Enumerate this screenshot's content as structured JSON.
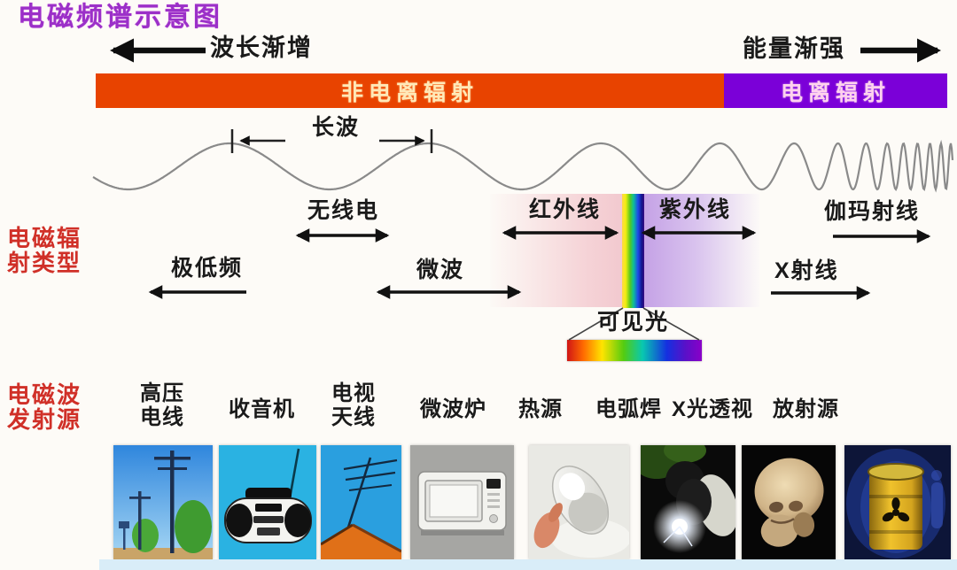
{
  "title": "电磁频谱示意图",
  "top_arrows": {
    "wavelength": "波长渐增",
    "energy": "能量渐强"
  },
  "bars": {
    "non_ionizing": "非电离辐射",
    "ionizing": "电离辐射"
  },
  "wave": {
    "long_wave": "长波"
  },
  "radiation_types": {
    "row_label_lines": [
      "电磁辐",
      "射类型"
    ],
    "elf": "极低频",
    "radio": "无线电",
    "microwave": "微波",
    "infrared": "红外线",
    "visible": "可见光",
    "ultraviolet": "紫外线",
    "xray": "X射线",
    "gamma": "伽玛射线"
  },
  "sources": {
    "row_label_lines": [
      "电磁波",
      "发射源"
    ],
    "items": [
      {
        "name": "high-voltage-power-lines",
        "lines": [
          "高压",
          "电线"
        ]
      },
      {
        "name": "radio-receiver",
        "lines": [
          "收音机"
        ]
      },
      {
        "name": "tv-antenna",
        "lines": [
          "电视",
          "天线"
        ]
      },
      {
        "name": "microwave-oven",
        "lines": [
          "微波炉"
        ]
      },
      {
        "name": "heat-source",
        "lines": [
          "热源"
        ]
      },
      {
        "name": "arc-welding",
        "lines": [
          "电弧焊"
        ]
      },
      {
        "name": "xray-imaging",
        "lines": [
          "X光透视"
        ]
      },
      {
        "name": "radioactive-source",
        "lines": [
          "放射源"
        ]
      }
    ]
  },
  "colors": {
    "title_purple": "#9b30c8",
    "row_label_red": "#d03028",
    "non_ionizing_bar": "#e84300",
    "ionizing_bar": "#7b00d8"
  }
}
